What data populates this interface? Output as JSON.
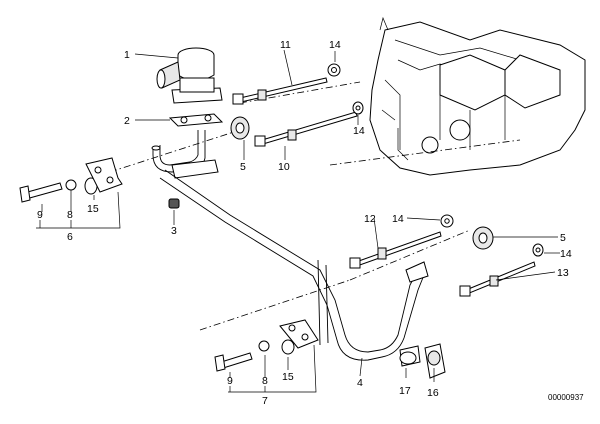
{
  "diagram": {
    "reference": "00000937",
    "callouts": [
      {
        "id": "c1",
        "text": "1"
      },
      {
        "id": "c2",
        "text": "2"
      },
      {
        "id": "c3",
        "text": "3"
      },
      {
        "id": "c4",
        "text": "4"
      },
      {
        "id": "c5a",
        "text": "5"
      },
      {
        "id": "c5b",
        "text": "5"
      },
      {
        "id": "c6",
        "text": "6"
      },
      {
        "id": "c7",
        "text": "7"
      },
      {
        "id": "c8a",
        "text": "8"
      },
      {
        "id": "c8b",
        "text": "8"
      },
      {
        "id": "c9a",
        "text": "9"
      },
      {
        "id": "c9b",
        "text": "9"
      },
      {
        "id": "c10",
        "text": "10"
      },
      {
        "id": "c11",
        "text": "11"
      },
      {
        "id": "c12",
        "text": "12"
      },
      {
        "id": "c13",
        "text": "13"
      },
      {
        "id": "c14a",
        "text": "14"
      },
      {
        "id": "c14b",
        "text": "14"
      },
      {
        "id": "c14c",
        "text": "14"
      },
      {
        "id": "c14d",
        "text": "14"
      },
      {
        "id": "c15a",
        "text": "15"
      },
      {
        "id": "c15b",
        "text": "15"
      },
      {
        "id": "c16",
        "text": "16"
      },
      {
        "id": "c17",
        "text": "17"
      }
    ]
  }
}
